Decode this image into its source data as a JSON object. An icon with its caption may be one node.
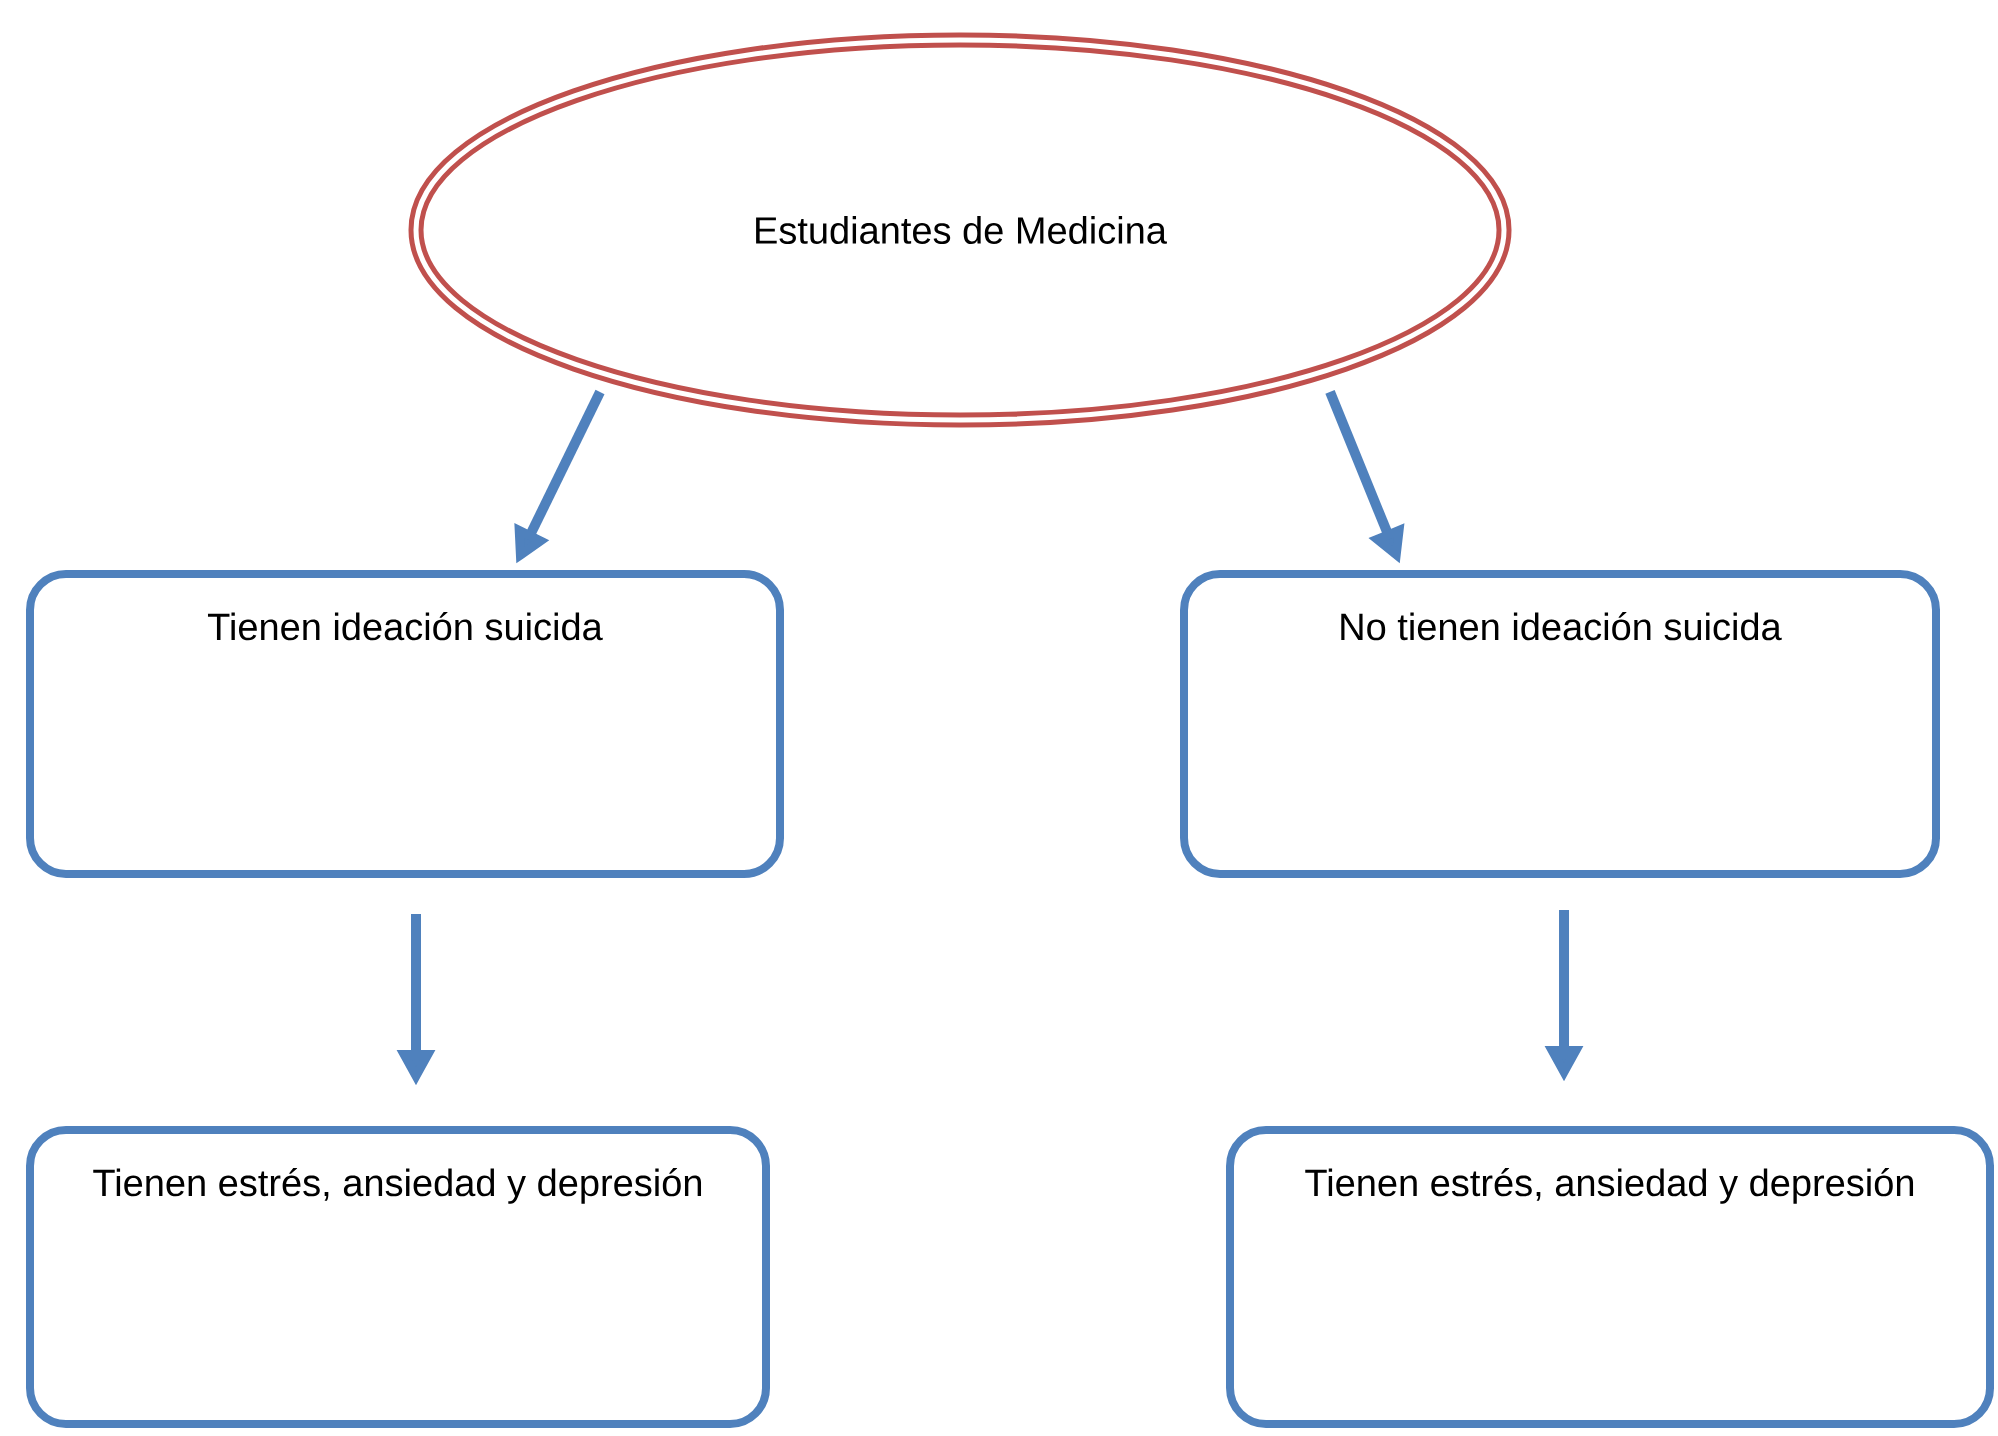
{
  "diagram": {
    "nodes": [
      {
        "text": [
          "Estudiantes de Medicina"
        ]
      },
      {
        "text": [
          "Tienen ideación suicida"
        ]
      },
      {
        "text": [
          "No tienen ideación suicida"
        ]
      },
      {
        "text": [
          "Tienen estrés, ansiedad y depresión"
        ]
      },
      {
        "text": [
          "Tienen estrés, ansiedad y depresión"
        ]
      }
    ],
    "edges": [
      {
        "from": 0,
        "to": 1,
        "arrow": "to"
      },
      {
        "from": 0,
        "to": 2,
        "arrow": "to"
      },
      {
        "from": 1,
        "to": 3,
        "arrow": "to"
      },
      {
        "from": 2,
        "to": 4,
        "arrow": "to"
      }
    ]
  }
}
